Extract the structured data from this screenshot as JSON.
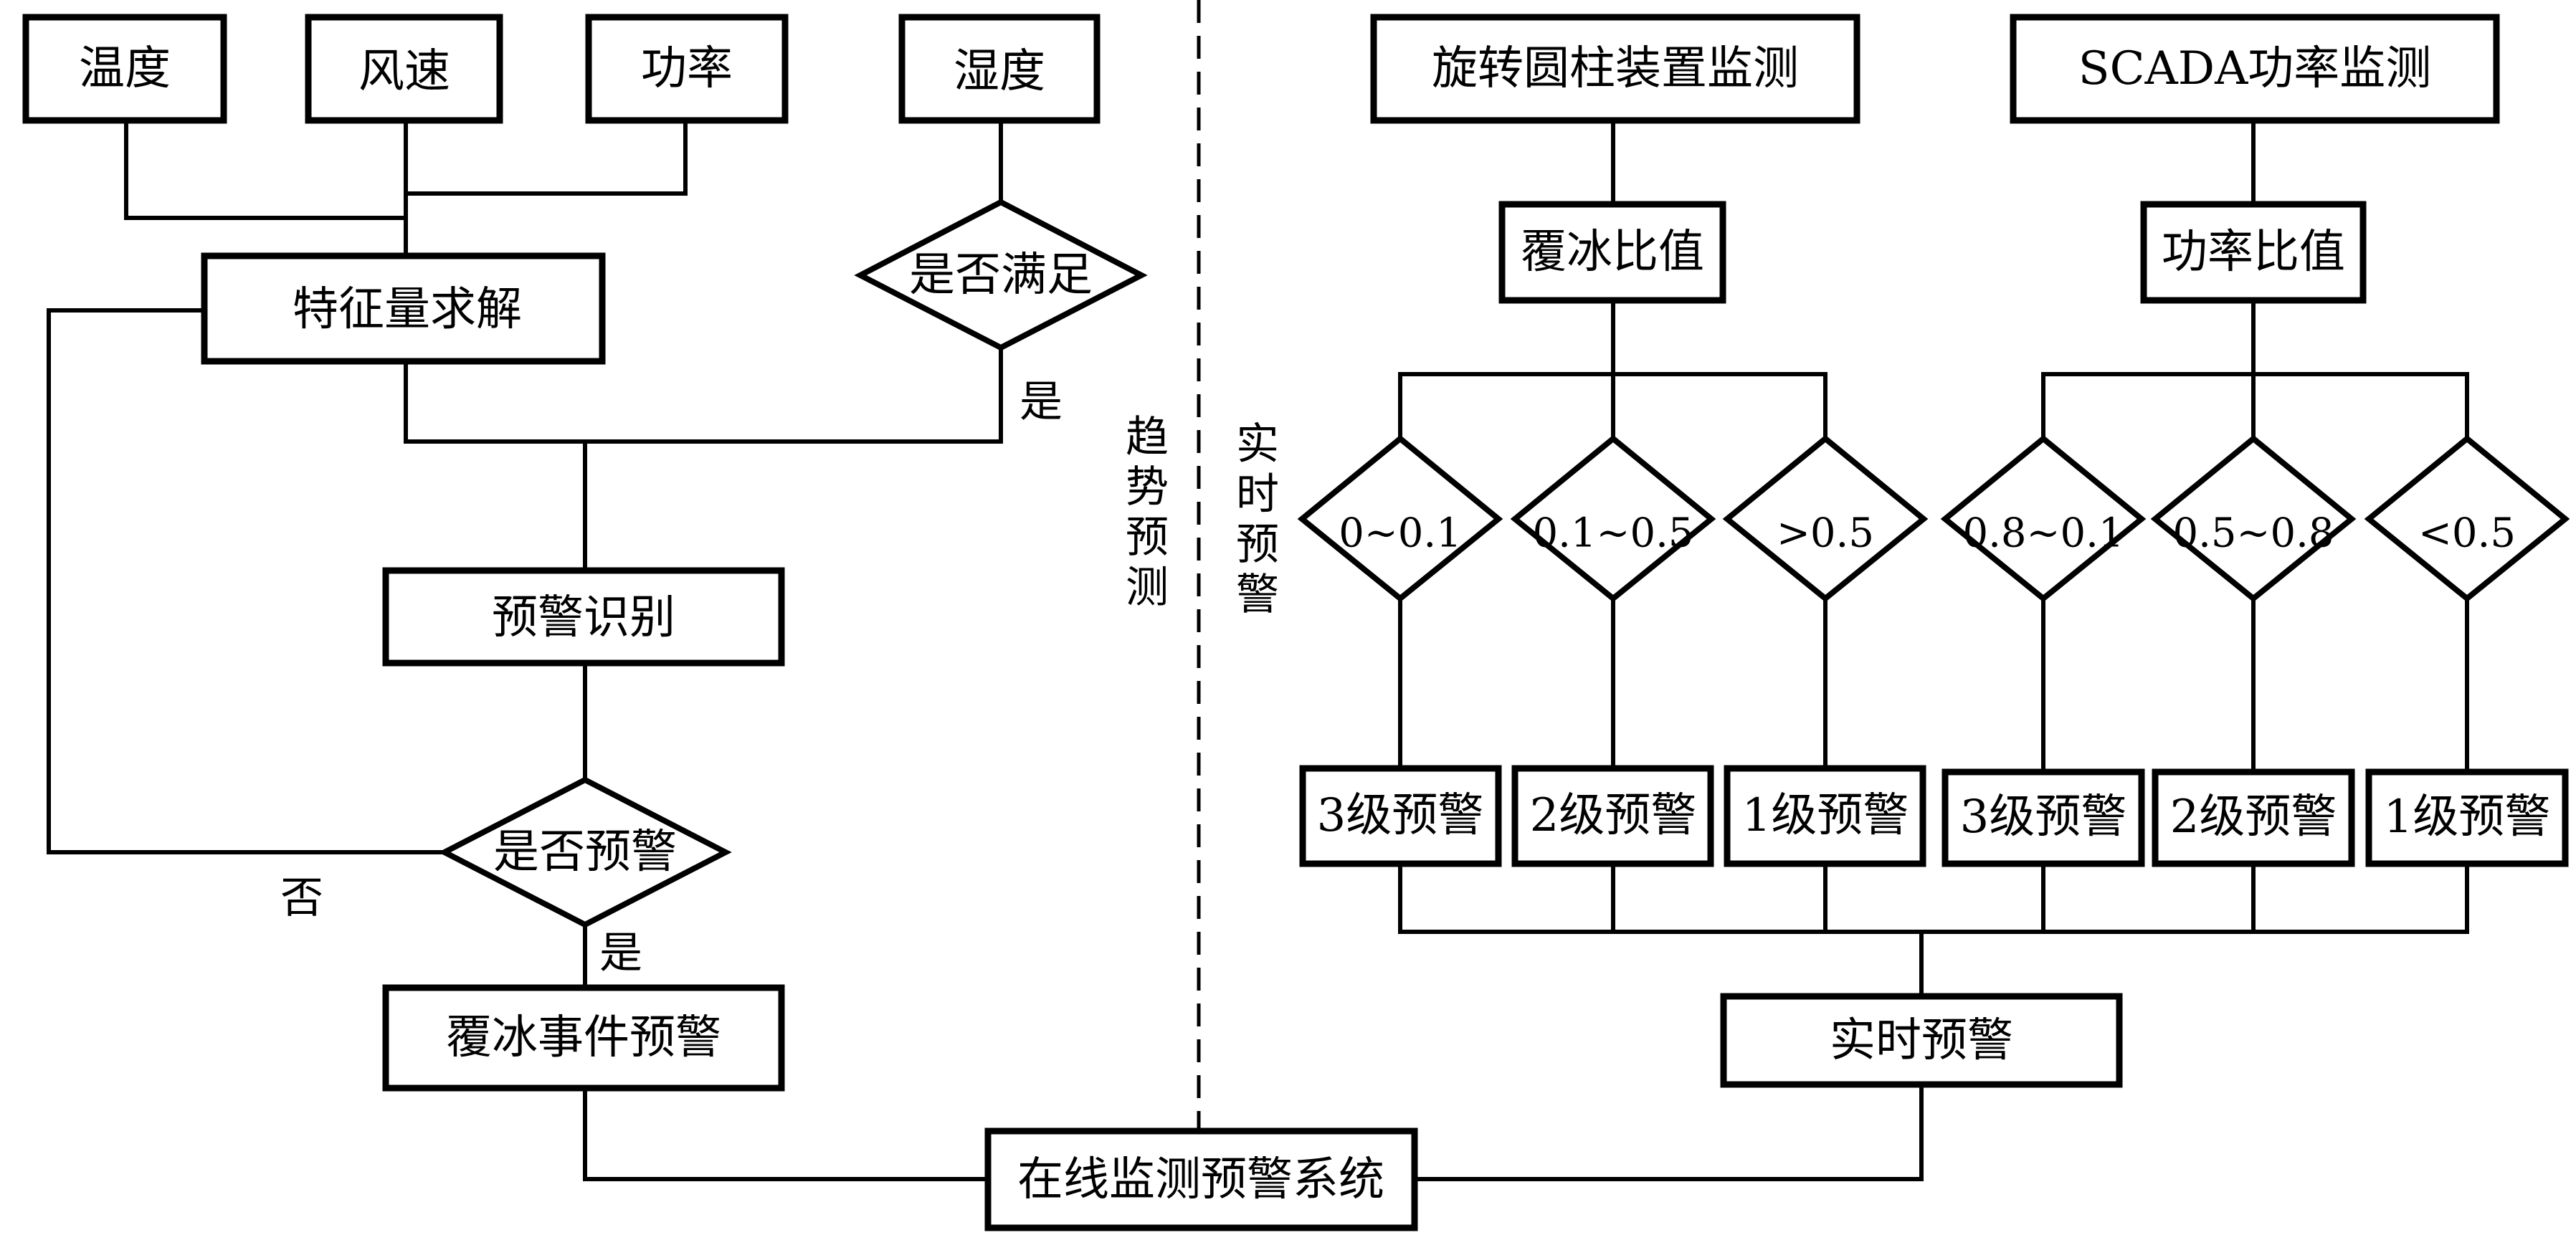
{
  "left": {
    "inputs": [
      "温度",
      "风速",
      "功率",
      "湿度"
    ],
    "feature_solve": "特征量求解",
    "humidity_check": "是否满足",
    "humidity_yes": "是",
    "warning_identify": "预警识别",
    "warning_check": "是否预警",
    "no_label": "否",
    "yes_label": "是",
    "icing_event_warning": "覆冰事件预警"
  },
  "divider": {
    "left_section_label": [
      "趋",
      "势",
      "预",
      "测"
    ],
    "right_section_label": [
      "实",
      "时",
      "预",
      "警"
    ]
  },
  "right": {
    "sources": [
      "旋转圆柱装置监测",
      "SCADA功率监测"
    ],
    "ratios": [
      "覆冰比值",
      "功率比值"
    ],
    "thresholds": [
      "0~0.1",
      "0.1~0.5",
      ">0.5",
      "0.8~0.1",
      "0.5~0.8",
      "<0.5"
    ],
    "levels": [
      "3级预警",
      "2级预警",
      "1级预警",
      "3级预警",
      "2级预警",
      "1级预警"
    ],
    "realtime_warning": "实时预警"
  },
  "system": "在线监测预警系统"
}
